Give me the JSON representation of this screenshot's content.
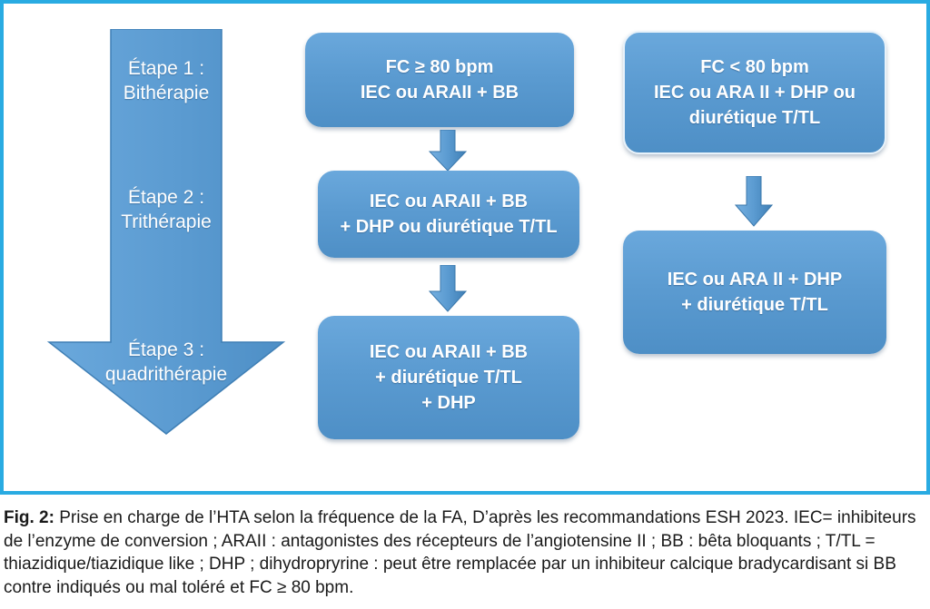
{
  "figure": {
    "frame_color": "#29abe2",
    "box_fill_color": "#5b9bd1",
    "arrow_color": "#5b9bd1",
    "text_color": "#ffffff"
  },
  "stages": [
    {
      "name": "etape-1",
      "label": "Étape 1 :\nBithérapie"
    },
    {
      "name": "etape-2",
      "label": "Étape 2 :\nTrithérapie"
    },
    {
      "name": "etape-3",
      "label": "Étape 3 :\nquadrithérapie"
    }
  ],
  "boxes": {
    "fc_high": "FC ≥ 80 bpm\nIEC ou ARAII + BB",
    "tri_left": "IEC ou ARAII + BB\n+ DHP ou diurétique T/TL",
    "quad_left": "IEC ou ARAII + BB\n+ diurétique T/TL\n+ DHP",
    "fc_low": "FC < 80 bpm\nIEC ou ARA II + DHP ou\ndiurétique T/TL",
    "tri_right": "IEC ou ARA II + DHP\n+ diurétique T/TL"
  },
  "caption": {
    "label": "Fig. 2:",
    "text": " Prise en charge de l’HTA selon la fréquence de la FA, D’après les recommandations ESH 2023. IEC= inhibiteurs de l’enzyme de conversion ; ARAII : antagonistes des récepteurs de l’angiotensine II ; BB : bêta bloquants ; T/TL = thiazidique/tiazidique like ; DHP ; dihydropryrine : peut être remplacée par un inhibiteur calcique bradycardisant si BB contre indiqués ou mal toléré et FC ≥ 80 bpm."
  }
}
